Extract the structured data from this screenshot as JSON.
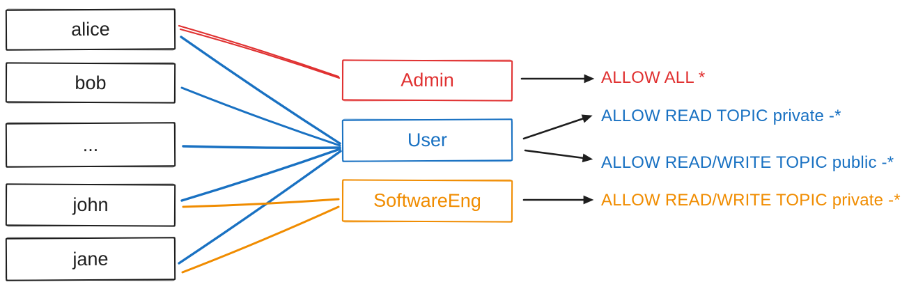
{
  "colors": {
    "black": "#1e1e1e",
    "red": "#e03131",
    "blue": "#1971c2",
    "orange": "#f08c00",
    "background": "#ffffff"
  },
  "users": [
    {
      "label": "alice"
    },
    {
      "label": "bob"
    },
    {
      "label": "..."
    },
    {
      "label": "john"
    },
    {
      "label": "jane"
    }
  ],
  "roles": [
    {
      "label": "Admin",
      "color": "#e03131"
    },
    {
      "label": "User",
      "color": "#1971c2"
    },
    {
      "label": "SoftwareEng",
      "color": "#f08c00"
    }
  ],
  "permissions": [
    {
      "label": "ALLOW ALL *",
      "color": "#e03131",
      "role": "Admin"
    },
    {
      "label": "ALLOW READ TOPIC private -*",
      "color": "#1971c2",
      "role": "User"
    },
    {
      "label": "ALLOW READ/WRITE TOPIC public -*",
      "color": "#1971c2",
      "role": "User"
    },
    {
      "label": "ALLOW READ/WRITE TOPIC private -*",
      "color": "#f08c00",
      "role": "SoftwareEng"
    }
  ],
  "assignments": [
    {
      "user": "alice",
      "role": "Admin"
    },
    {
      "user": "alice",
      "role": "User"
    },
    {
      "user": "bob",
      "role": "User"
    },
    {
      "user": "...",
      "role": "User"
    },
    {
      "user": "john",
      "role": "User"
    },
    {
      "user": "john",
      "role": "SoftwareEng"
    },
    {
      "user": "jane",
      "role": "User"
    },
    {
      "user": "jane",
      "role": "SoftwareEng"
    }
  ]
}
